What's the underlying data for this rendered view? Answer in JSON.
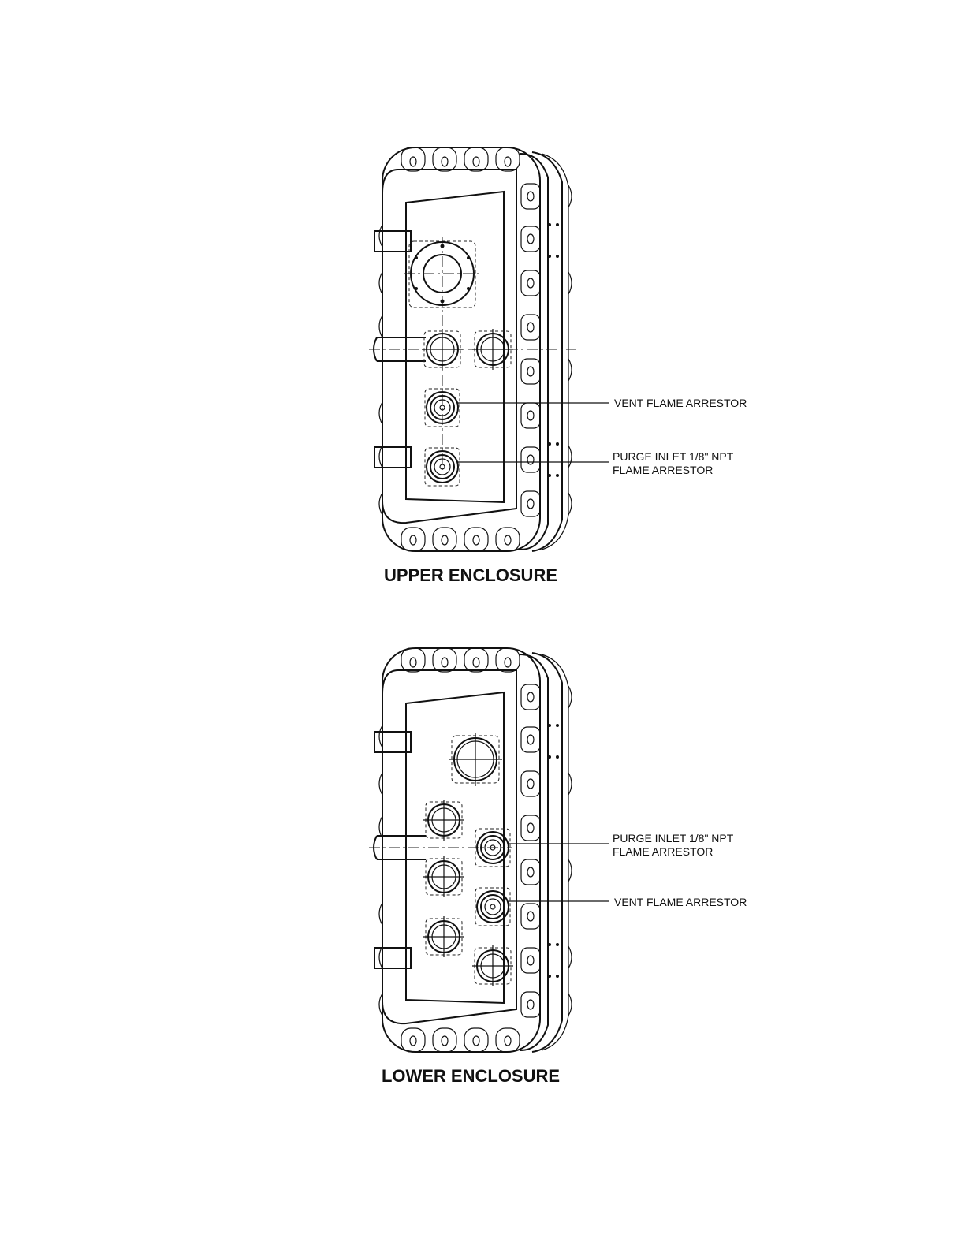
{
  "upper": {
    "title": "UPPER ENCLOSURE",
    "callout_vent": "VENT FLAME ARRESTOR",
    "callout_purge_line1": "PURGE INLET 1/8\" NPT",
    "callout_purge_line2": "FLAME ARRESTOR"
  },
  "lower": {
    "title": "LOWER ENCLOSURE",
    "callout_purge_line1": "PURGE INLET 1/8\" NPT",
    "callout_purge_line2": "FLAME ARRESTOR",
    "callout_vent": "VENT FLAME ARRESTOR"
  }
}
